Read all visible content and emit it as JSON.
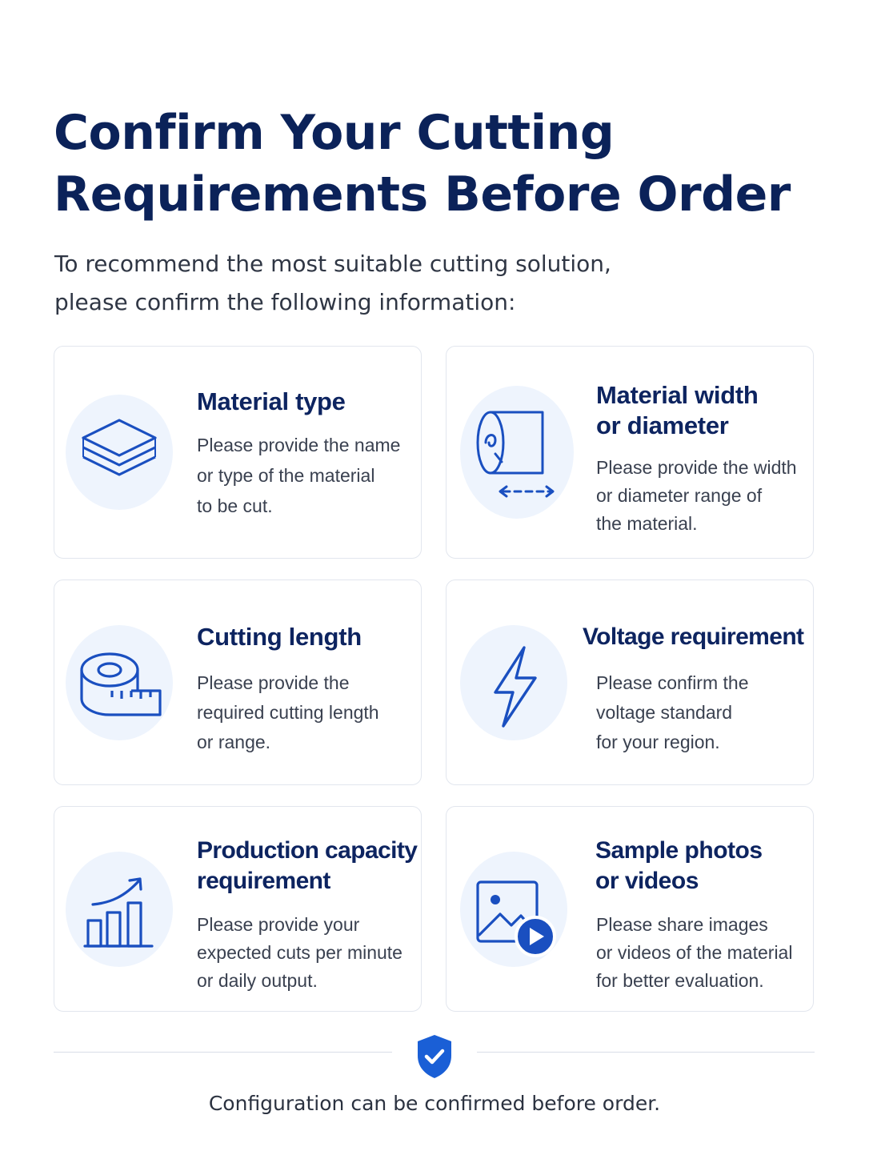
{
  "header": {
    "title_lines": [
      "Confirm Your Cutting",
      "Requirements Before Order"
    ],
    "intro_lines": [
      "To recommend the most suitable cutting solution,",
      "please confirm the following information:"
    ]
  },
  "cards": [
    {
      "icon": "layers-icon",
      "title_lines": [
        "Material type"
      ],
      "desc_lines": [
        "Please provide the name",
        "or type of the material",
        "to be cut."
      ]
    },
    {
      "icon": "material-roll-width-icon",
      "title_lines": [
        "Material width",
        "or diameter"
      ],
      "desc_lines": [
        "Please provide the width",
        "or diameter range of",
        "the material."
      ]
    },
    {
      "icon": "measuring-tape-icon",
      "title_lines": [
        "Cutting length"
      ],
      "desc_lines": [
        "Please provide the",
        "required cutting length",
        "or range."
      ]
    },
    {
      "icon": "lightning-bolt-icon",
      "title_lines": [
        "Voltage requirement"
      ],
      "desc_lines": [
        "Please confirm the",
        "voltage standard",
        "for your region."
      ]
    },
    {
      "icon": "bar-chart-growth-icon",
      "title_lines": [
        "Production capacity",
        "requirement"
      ],
      "desc_lines": [
        "Please provide your",
        "expected cuts per minute",
        "or daily output."
      ]
    },
    {
      "icon": "photo-video-icon",
      "title_lines": [
        "Sample photos",
        "or videos"
      ],
      "desc_lines": [
        "Please share images",
        "or videos of the material",
        "for better evaluation."
      ]
    }
  ],
  "footer": {
    "icon": "shield-check-icon",
    "text": "Configuration can be confirmed before order."
  },
  "colors": {
    "title": "#0b2259",
    "accent_blue": "#1a4fc0",
    "icon_circle": "#eef4fd",
    "card_border": "#e2e6ee",
    "body_text": "#3a4150"
  }
}
